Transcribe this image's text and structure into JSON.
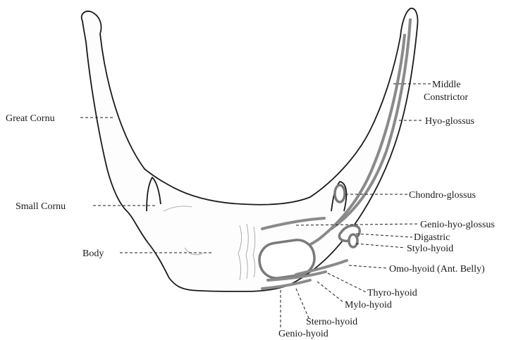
{
  "diagram": {
    "labels": {
      "great_cornu": "Great Cornu",
      "small_cornu": "Small Cornu",
      "body": "Body",
      "middle_constrictor_line1": "Middle",
      "middle_constrictor_line2": "Constrictor",
      "hyo_glossus": "Hyo-glossus",
      "chondro_glossus": "Chondro-glossus",
      "genio_hyo_glossus": "Genio-hyo-glossus",
      "digastric": "Digastric",
      "stylo_hyoid": "Stylo-hyoid",
      "omo_hyoid": "Omo-hyoid (Ant. Belly)",
      "thyro_hyoid": "Thyro-hyoid",
      "mylo_hyoid": "Mylo-hyoid",
      "sterno_hyoid": "Sterno-hyoid",
      "genio_hyoid": "Genio-hyoid"
    }
  }
}
